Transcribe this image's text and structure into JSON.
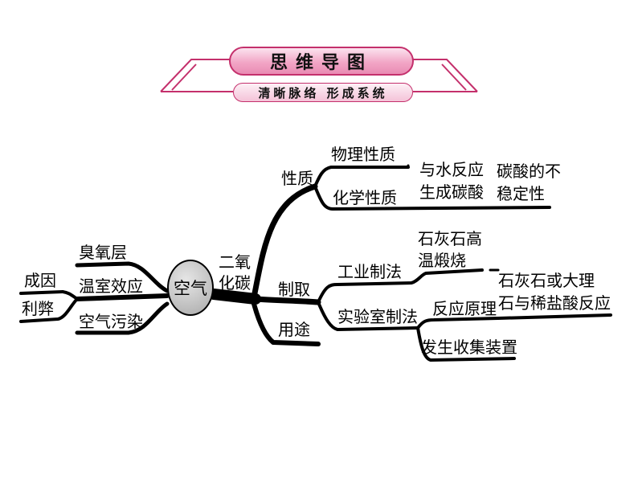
{
  "header": {
    "title": "思维导图",
    "subtitle": "清晰脉络 形成系统"
  },
  "mindmap": {
    "center": "空气",
    "left": {
      "top": "成因",
      "bottom": "利弊"
    },
    "left_branches": [
      "臭氧层",
      "温室效应",
      "空气污染"
    ],
    "co2": {
      "line1": "二氧",
      "line2": "化碳"
    },
    "properties": {
      "label": "性质",
      "physical": "物理性质",
      "chemical": "化学性质",
      "water_reaction": {
        "line1": "与水反应",
        "line2": "生成碳酸"
      },
      "unstable": {
        "line1": "碳酸的不",
        "line2": "稳定性"
      }
    },
    "preparation": {
      "label": "制取",
      "industrial": "工业制法",
      "industrial_detail": {
        "line1": "石灰石高",
        "line2": "温煅烧"
      },
      "lab": "实验室制法",
      "principle": "反应原理",
      "principle_detail": {
        "line1": "石灰石或大理",
        "line2": "石与稀盐酸反应"
      },
      "apparatus": "发生收集装置"
    },
    "uses": "用途"
  }
}
